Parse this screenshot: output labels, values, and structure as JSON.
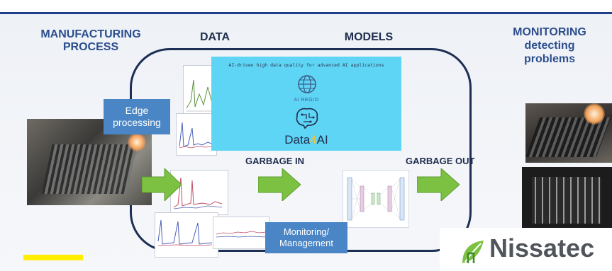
{
  "headers": {
    "manufacturing": "MANUFACTURING\nPROCESS",
    "data": "DATA",
    "models": "MODELS",
    "monitoring": "MONITORING\ndetecting\nproblems"
  },
  "edge_box": "Edge\nprocessing",
  "data4ai": {
    "tagline": "AI-driven high data quality for advanced AI applications",
    "regio": "AI REGIO",
    "brand_prefix": "Data",
    "brand_num": "4",
    "brand_suffix": "AI"
  },
  "labels": {
    "garbage_in": "GARBAGE IN",
    "garbage_out": "GARBAGE OUT"
  },
  "monitoring_box": "Monitoring/\nManagement",
  "logo": {
    "text": "Nissatec"
  },
  "colors": {
    "header_blue": "#2c4e8e",
    "box_blue": "#4a86c5",
    "arrow_green": "#7dc142",
    "panel_cyan": "#5fd5f6",
    "highlight_yellow": "#ffee00",
    "loop_navy": "#1d2f55"
  },
  "icons": [
    "globe-network-icon",
    "brain-circuit-icon",
    "leaf-logo-icon"
  ]
}
